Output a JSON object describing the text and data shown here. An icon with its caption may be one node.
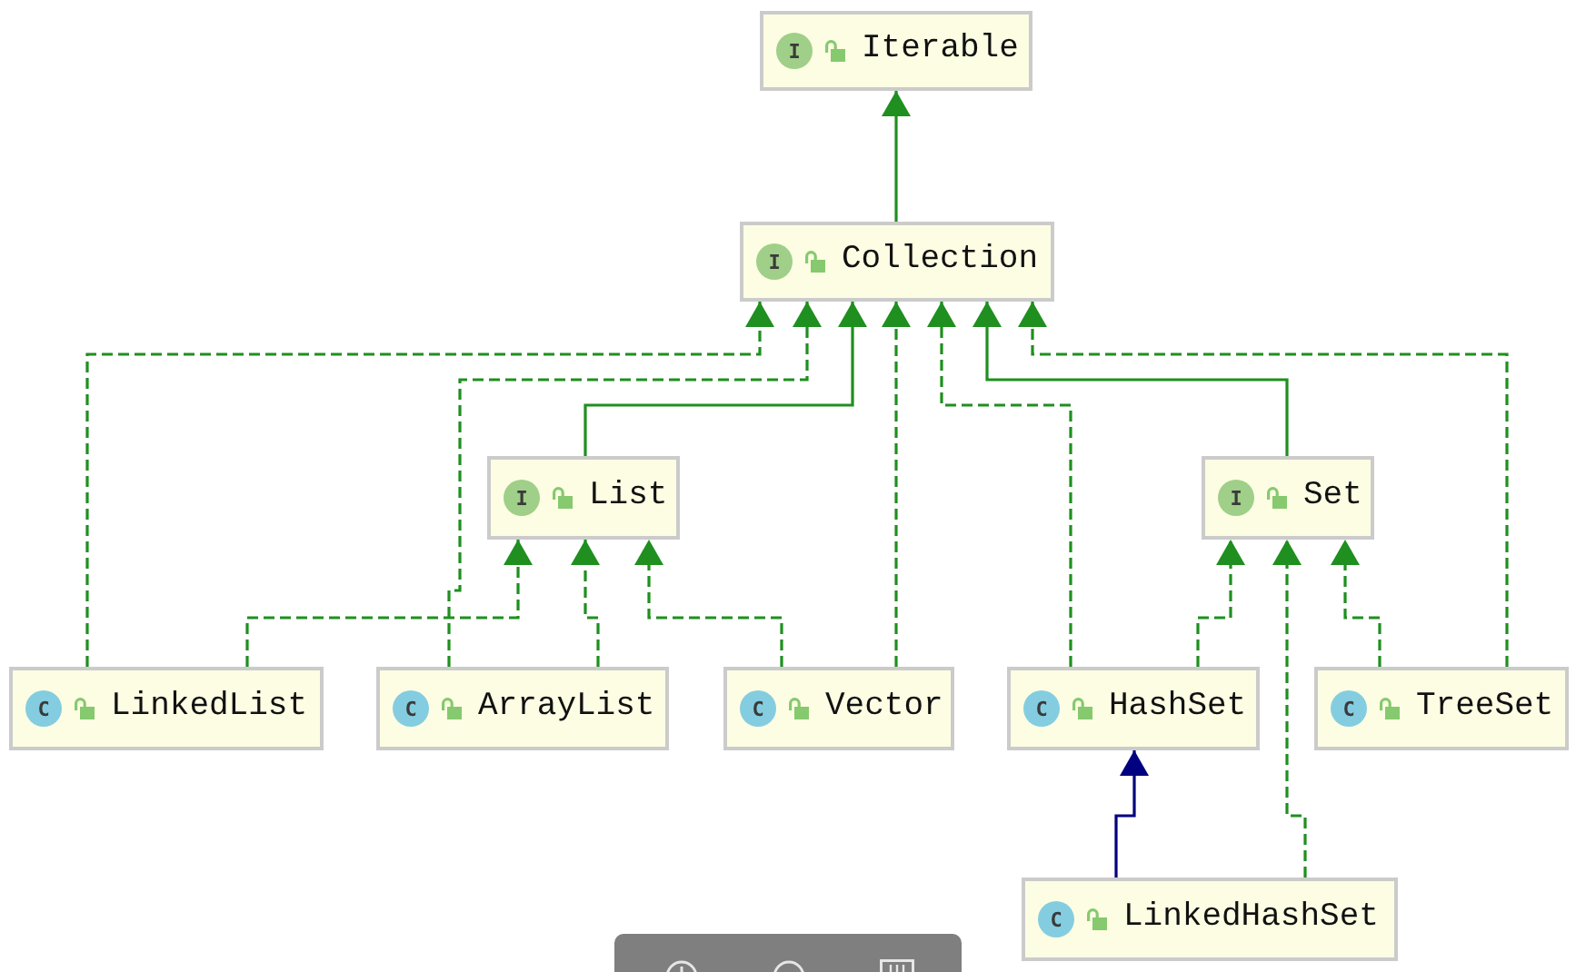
{
  "diagram": {
    "nodes": [
      {
        "text": [
          "I",
          "Iterable"
        ]
      },
      {
        "text": [
          "I",
          "Collection"
        ]
      },
      {
        "text": [
          "I",
          "List"
        ]
      },
      {
        "text": [
          "I",
          "Set"
        ]
      },
      {
        "text": [
          "C",
          "LinkedList"
        ]
      },
      {
        "text": [
          "C",
          "ArrayList"
        ]
      },
      {
        "text": [
          "C",
          "Vector"
        ]
      },
      {
        "text": [
          "C",
          "HashSet"
        ]
      },
      {
        "text": [
          "C",
          "TreeSet"
        ]
      },
      {
        "text": [
          "C",
          "LinkedHashSet"
        ]
      }
    ],
    "edges": [
      {
        "from": 1,
        "to": 0,
        "arrow": "to"
      },
      {
        "from": 4,
        "to": 1,
        "arrow": "to",
        "style": "dashed"
      },
      {
        "from": 5,
        "to": 1,
        "arrow": "to",
        "style": "dashed"
      },
      {
        "from": 2,
        "to": 1,
        "arrow": "to"
      },
      {
        "from": 6,
        "to": 1,
        "arrow": "to",
        "style": "dashed"
      },
      {
        "from": 7,
        "to": 1,
        "arrow": "to",
        "style": "dashed"
      },
      {
        "from": 3,
        "to": 1,
        "arrow": "to"
      },
      {
        "from": 8,
        "to": 1,
        "arrow": "to",
        "style": "dashed"
      },
      {
        "from": 4,
        "to": 2,
        "arrow": "to",
        "style": "dashed"
      },
      {
        "from": 5,
        "to": 2,
        "arrow": "to",
        "style": "dashed"
      },
      {
        "from": 6,
        "to": 2,
        "arrow": "to",
        "style": "dashed"
      },
      {
        "from": 7,
        "to": 3,
        "arrow": "to",
        "style": "dashed"
      },
      {
        "from": 9,
        "to": 3,
        "arrow": "to",
        "style": "dashed"
      },
      {
        "from": 9,
        "to": 7,
        "arrow": "to",
        "color": "#000080"
      },
      {
        "from": 8,
        "to": 3,
        "arrow": "to",
        "style": "dashed"
      }
    ]
  }
}
